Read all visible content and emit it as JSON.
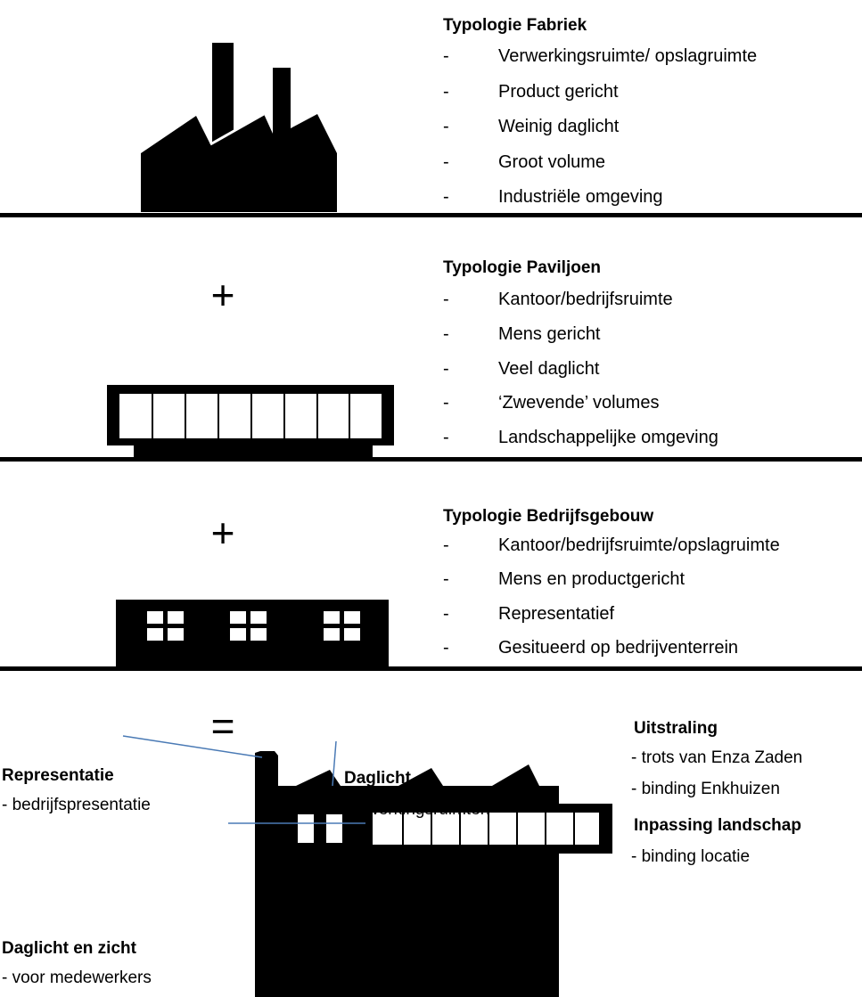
{
  "sections": [
    {
      "title": "Typologie Fabriek",
      "items": [
        "Verwerkingsruimte/ opslagruimte",
        "Product gericht",
        "Weinig daglicht",
        "Groot volume",
        "Industriële omgeving"
      ]
    },
    {
      "operator": "+",
      "title": "Typologie Paviljoen",
      "items": [
        "Kantoor/bedrijfsruimte",
        "Mens gericht",
        "Veel daglicht",
        "‘Zwevende’ volumes",
        "Landschappelijke omgeving"
      ]
    },
    {
      "operator": "+",
      "title": "Typologie Bedrijfsgebouw",
      "items": [
        "Kantoor/bedrijfsruimte/opslagruimte",
        "Mens en productgericht",
        "Representatief",
        "Gesitueerd op bedrijventerrein"
      ]
    }
  ],
  "dash": "-",
  "result": {
    "operator": "=",
    "labels": {
      "representatie": {
        "title": "Representatie",
        "text": "- bedrijfspresentatie"
      },
      "daglicht": {
        "title": "Daglicht",
        "text": "- verwerkingsruimten"
      },
      "daglicht_zicht": {
        "title": "Daglicht en zicht",
        "text": "- voor medewerkers"
      }
    },
    "side": {
      "uitstraling": {
        "title": "Uitstraling",
        "items": [
          "- trots van Enza Zaden",
          "- binding Enkhuizen"
        ]
      },
      "inpassing": {
        "title": "Inpassing landschap",
        "items": [
          "- binding locatie"
        ]
      }
    }
  },
  "icons": [
    "factory-icon",
    "pavilion-icon",
    "office-building-icon",
    "combined-building-icon"
  ],
  "colors": {
    "ink": "#000000",
    "background": "#ffffff",
    "leader_line": "#4a7ab5"
  }
}
